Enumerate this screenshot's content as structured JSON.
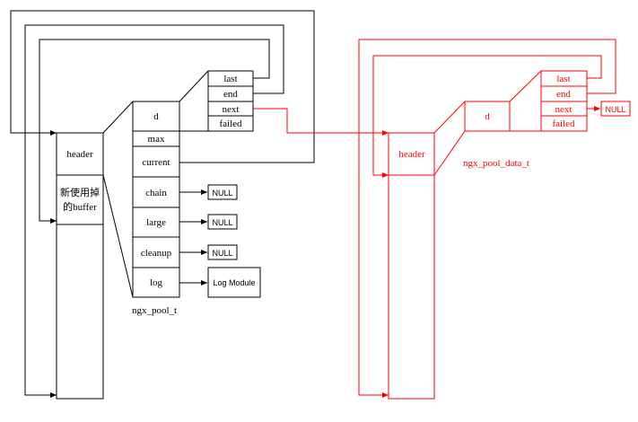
{
  "colors": {
    "black": "#000000",
    "red": "#ff0000"
  },
  "left_pool": {
    "block_header": "header",
    "block_text_line1": "新使用掉",
    "block_text_line2": "的buffer",
    "fields": {
      "d": "d",
      "max": "max",
      "current": "current",
      "chain": "chain",
      "large": "large",
      "cleanup": "cleanup",
      "log": "log"
    },
    "data_fields": {
      "last": "last",
      "end": "end",
      "next": "next",
      "failed": "failed"
    },
    "chain_target": "NULL",
    "large_target": "NULL",
    "cleanup_target": "NULL",
    "log_target": "Log Module",
    "caption": "ngx_pool_t"
  },
  "right_pool": {
    "block_header": "header",
    "field_d": "d",
    "data_fields": {
      "last": "last",
      "end": "end",
      "next": "next",
      "failed": "failed"
    },
    "next_target": "NULL",
    "caption": "ngx_pool_data_t"
  }
}
